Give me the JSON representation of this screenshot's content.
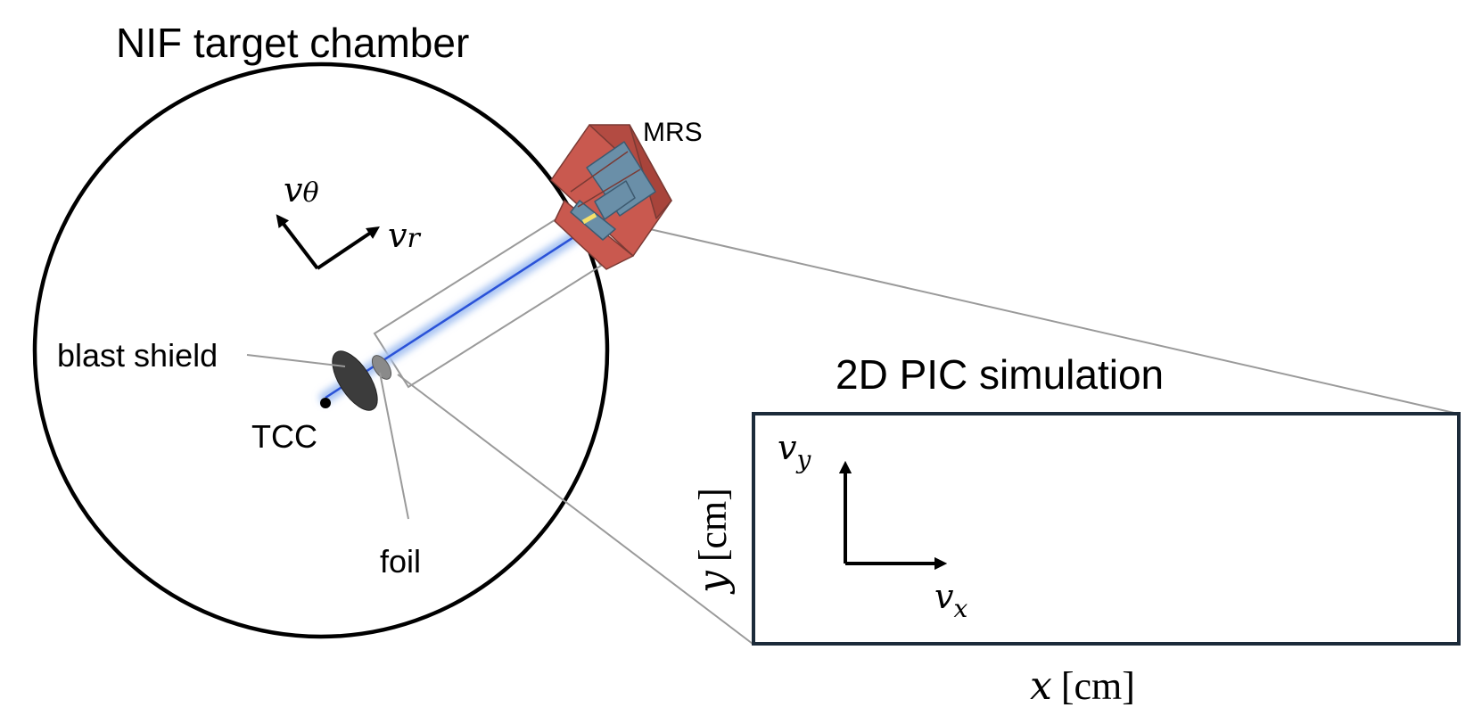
{
  "chamber": {
    "title": "NIF target chamber",
    "velocity_theta": {
      "symbol": "v",
      "sub": "θ"
    },
    "velocity_r": {
      "symbol": "v",
      "sub": "r"
    }
  },
  "labels": {
    "mrs": "MRS",
    "blast_shield": "blast shield",
    "tcc": "TCC",
    "foil": "foil"
  },
  "simulation": {
    "title": "2D PIC simulation",
    "velocity_y": {
      "symbol": "v",
      "sub": "y"
    },
    "velocity_x": {
      "symbol": "v",
      "sub": "x"
    },
    "xaxis": {
      "var": "x",
      "unit": "[cm]"
    },
    "yaxis": {
      "var": "y",
      "unit": "[cm]"
    }
  },
  "colors": {
    "beam": "#2a52d8",
    "beam_glow": "#a9c4f2",
    "mrs_red": "#c9594f",
    "mrs_blue": "#6a8fa8",
    "sim_box_border": "#1c2b3a",
    "leader_lines": "#9a9a9a"
  }
}
